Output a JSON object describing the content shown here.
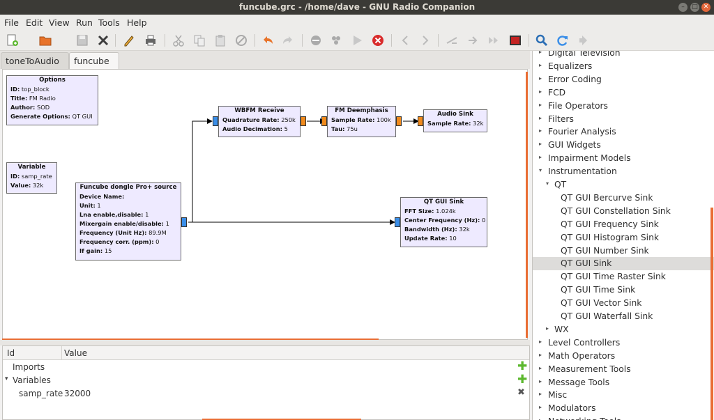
{
  "window": {
    "title": "funcube.grc - /home/dave - GNU Radio Companion",
    "buttons": {
      "minimize": "–",
      "maximize": "□",
      "close": "✕"
    }
  },
  "menu": [
    "File",
    "Edit",
    "View",
    "Run",
    "Tools",
    "Help"
  ],
  "toolbar_icons": [
    "new-icon",
    "open-icon",
    "save-icon",
    "close-icon",
    "edit-icon",
    "print-icon",
    "cut-icon",
    "copy-icon",
    "paste-icon",
    "delete-icon",
    "undo-icon",
    "redo-icon",
    "disable-icon",
    "bypass-icon",
    "run-icon",
    "stop-icon",
    "back-icon",
    "forward-icon",
    "rotate-ccw-icon",
    "rotate-cw-icon",
    "skip-icon",
    "screenshot-icon",
    "search-icon",
    "reload-icon",
    "arrow-icon"
  ],
  "tabs": [
    {
      "label": "toneToAudio",
      "close": "✖",
      "active": false
    },
    {
      "label": "funcube",
      "close": "✖",
      "active": true
    }
  ],
  "blocks": {
    "options": {
      "title": "Options",
      "rows": [
        [
          "ID:",
          " top_block"
        ],
        [
          "Title:",
          " FM Radio"
        ],
        [
          "Author:",
          " SOD"
        ],
        [
          "Generate Options:",
          " QT GUI"
        ]
      ]
    },
    "variable": {
      "title": "Variable",
      "rows": [
        [
          "ID:",
          " samp_rate"
        ],
        [
          "Value:",
          " 32k"
        ]
      ]
    },
    "funcube": {
      "title": "Funcube dongle Pro+ source",
      "rows": [
        [
          "Device Name:",
          ""
        ],
        [
          "Unit:",
          " 1"
        ],
        [
          "Lna enable,disable:",
          " 1"
        ],
        [
          "Mixergain enable/disable:",
          " 1"
        ],
        [
          "Frequency (Unit Hz):",
          " 89.9M"
        ],
        [
          "Frequency corr. (ppm):",
          " 0"
        ],
        [
          "If gain:",
          " 15"
        ]
      ]
    },
    "wbfm": {
      "title": "WBFM Receive",
      "rows": [
        [
          "Quadrature Rate:",
          " 250k"
        ],
        [
          "Audio Decimation:",
          " 5"
        ]
      ]
    },
    "deemph": {
      "title": "FM Deemphasis",
      "rows": [
        [
          "Sample Rate:",
          " 100k"
        ],
        [
          "Tau:",
          " 75u"
        ]
      ]
    },
    "audio": {
      "title": "Audio Sink",
      "rows": [
        [
          "Sample Rate:",
          " 32k"
        ]
      ]
    },
    "qtsink": {
      "title": "QT GUI Sink",
      "rows": [
        [
          "FFT Size:",
          " 1.024k"
        ],
        [
          "Center Frequency (Hz):",
          " 0"
        ],
        [
          "Bandwidth (Hz):",
          " 32k"
        ],
        [
          "Update Rate:",
          " 10"
        ]
      ]
    }
  },
  "variables_panel": {
    "headers": {
      "id": "Id",
      "value": "Value"
    },
    "rows": [
      {
        "key": "Imports",
        "value": "",
        "action": "add-icon",
        "action_glyph": "✚"
      },
      {
        "key": "Variables",
        "value": "",
        "action": "add-icon",
        "action_glyph": "✚",
        "expanded": true
      },
      {
        "key": "samp_rate",
        "value": "32000",
        "action": "delete-icon",
        "action_glyph": "✖"
      }
    ]
  },
  "tree": [
    {
      "label": "Digital Television",
      "expander": "▸"
    },
    {
      "label": "Equalizers",
      "expander": "▸"
    },
    {
      "label": "Error Coding",
      "expander": "▸"
    },
    {
      "label": "FCD",
      "expander": "▸"
    },
    {
      "label": "File Operators",
      "expander": "▸"
    },
    {
      "label": "Filters",
      "expander": "▸"
    },
    {
      "label": "Fourier Analysis",
      "expander": "▸"
    },
    {
      "label": "GUI Widgets",
      "expander": "▸"
    },
    {
      "label": "Impairment Models",
      "expander": "▸"
    },
    {
      "label": "Instrumentation",
      "expander": "▾"
    },
    {
      "label": "QT",
      "expander": "▾"
    },
    {
      "label": "QT GUI Bercurve Sink",
      "expander": ""
    },
    {
      "label": "QT GUI Constellation Sink",
      "expander": ""
    },
    {
      "label": "QT GUI Frequency Sink",
      "expander": ""
    },
    {
      "label": "QT GUI Histogram Sink",
      "expander": ""
    },
    {
      "label": "QT GUI Number Sink",
      "expander": ""
    },
    {
      "label": "QT GUI Sink",
      "expander": "",
      "selected": true
    },
    {
      "label": "QT GUI Time Raster Sink",
      "expander": ""
    },
    {
      "label": "QT GUI Time Sink",
      "expander": ""
    },
    {
      "label": "QT GUI Vector Sink",
      "expander": ""
    },
    {
      "label": "QT GUI Waterfall Sink",
      "expander": ""
    },
    {
      "label": "WX",
      "expander": "▸"
    },
    {
      "label": "Level Controllers",
      "expander": "▸"
    },
    {
      "label": "Math Operators",
      "expander": "▸"
    },
    {
      "label": "Measurement Tools",
      "expander": "▸"
    },
    {
      "label": "Message Tools",
      "expander": "▸"
    },
    {
      "label": "Misc",
      "expander": "▸"
    },
    {
      "label": "Modulators",
      "expander": "▸"
    },
    {
      "label": "Networking Tools",
      "expander": "▸"
    }
  ],
  "colors": {
    "block_fill": "#eeeaff",
    "port_complex": "#3a8ee8",
    "port_float": "#f08a1c",
    "accent": "#e96e35"
  }
}
